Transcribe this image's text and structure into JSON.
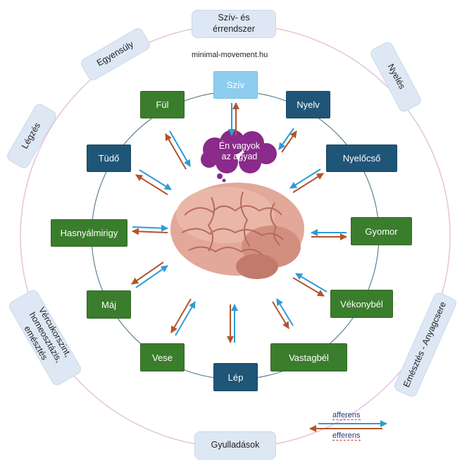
{
  "site": "minimal-movement.hu",
  "thought": {
    "line1": "Én vagyok",
    "line2": "az agyad"
  },
  "organs": {
    "sziv": "Szív",
    "ful": "Fül",
    "nyelv": "Nyelv",
    "tudo": "Tüdő",
    "nyelocso": "Nyelőcső",
    "hasnyalmirigy": "Hasnyálmirigy",
    "gyomor": "Gyomor",
    "maj": "Máj",
    "vekonybel": "Vékonybél",
    "vese": "Vese",
    "vastagbel": "Vastagbél",
    "lep": "Lép"
  },
  "systems": {
    "sziv_erendszer_1": "Szív- és",
    "sziv_erendszer_2": "érrendszer",
    "egyensuly": "Egyensúly",
    "nyeles": "Nyelés",
    "legzes": "Légzés",
    "vercukor_1": "Vércukorszint,",
    "vercukor_2": "homeosztázis, emésztés",
    "emesztes": "Emésztés - Anyagcsere",
    "gyulladasok": "Gyulladások"
  },
  "legend": {
    "afferens": "afferens",
    "efferens": "efferens"
  },
  "colors": {
    "afferent": "#2e9bd6",
    "efferent": "#b4532a",
    "organ_green": "#3a7d2c",
    "organ_navy": "#1f5577",
    "organ_sky": "#8ecdef",
    "thought": "#8a2a8a",
    "outer_ring": "#e6c3dc",
    "inner_ring": "#3d6b80"
  }
}
